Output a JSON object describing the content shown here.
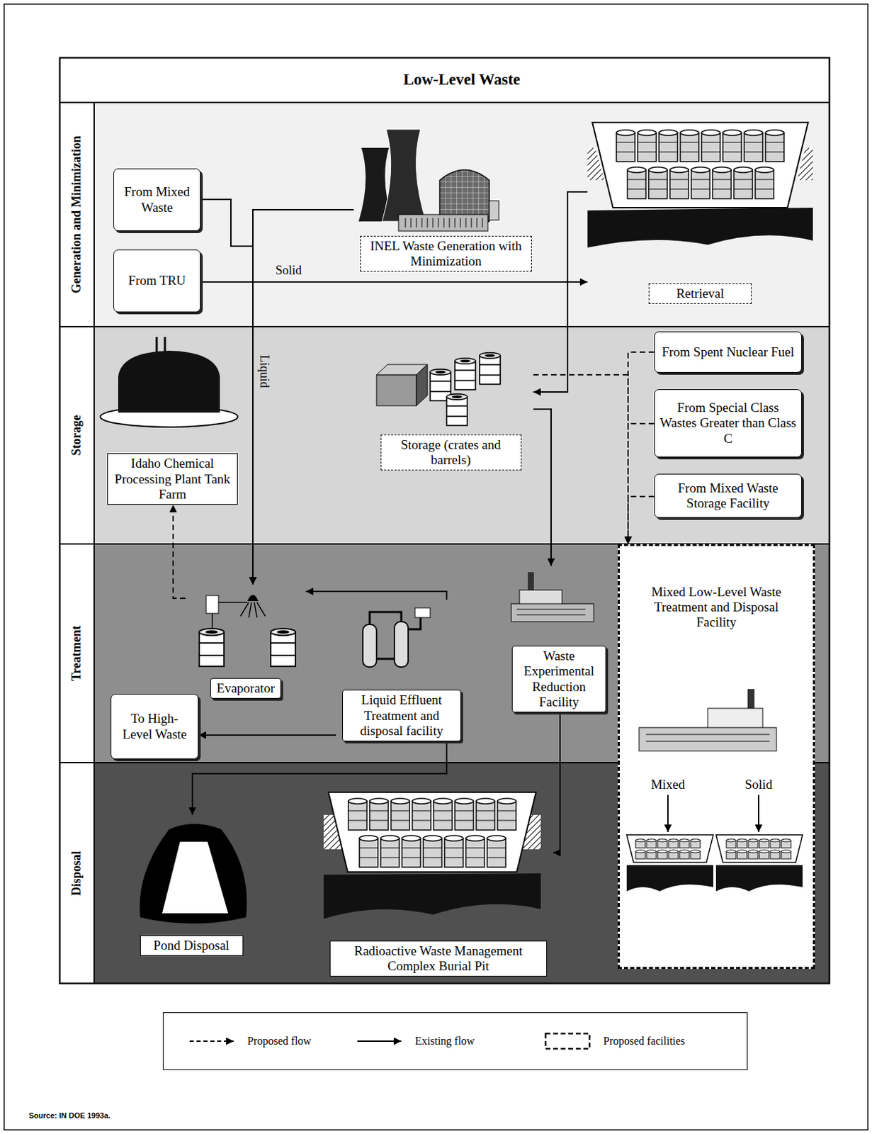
{
  "diagram": {
    "title": "Low-Level Waste",
    "nodes": [
      {
        "text": [
          "Generation and Minimization"
        ]
      },
      {
        "text": [
          "From Mixed Waste"
        ],
        "in": 0
      },
      {
        "text": [
          "INEL Waste Generation with Minimization"
        ],
        "in": 0
      },
      {
        "text": [
          "Retrieval"
        ],
        "in": 0
      },
      {
        "text": [
          "From TRU"
        ],
        "in": 0
      },
      {
        "text": [
          "Storage"
        ]
      },
      {
        "text": [
          "Idaho Chemical Processing Plant Tank Farm"
        ],
        "in": 5
      },
      {
        "text": [
          "Storage (crates and barrels)"
        ],
        "in": 5
      },
      {
        "text": [
          "From Spent Nuclear Fuel"
        ],
        "in": 5
      },
      {
        "text": [
          "From Special Class Wastes Greater than Class C"
        ],
        "in": 5
      },
      {
        "text": [
          "From Mixed Waste Storage Facility"
        ],
        "in": 5
      },
      {
        "text": [
          "Treatment"
        ]
      },
      {
        "text": [
          "Evaporator"
        ],
        "in": 11
      },
      {
        "text": [
          "Liquid Effluent Treatment and disposal facility"
        ],
        "in": 11
      },
      {
        "text": [
          "Waste Experimental Reduction Facility"
        ],
        "in": 11
      },
      {
        "text": [
          "To High-Level Waste"
        ],
        "in": 11
      },
      {
        "text": [
          "Mixed Low-Level Waste Treatment and Disposal Facility"
        ]
      },
      {
        "text": [
          "Disposal"
        ]
      },
      {
        "text": [
          "Pond Disposal"
        ],
        "in": 17
      },
      {
        "text": [
          "Radioactive Waste Management Complex Burial Pit"
        ],
        "in": 17
      }
    ],
    "edges": [
      {
        "from": 1,
        "to": 12,
        "arrow": "to",
        "label": "Liquid"
      },
      {
        "from": 4,
        "to": 3,
        "arrow": "to",
        "label": "Solid"
      },
      {
        "from": 4,
        "to": 12,
        "arrow": "to"
      },
      {
        "from": 2,
        "to": 12,
        "arrow": "to"
      },
      {
        "from": 3,
        "to": 7,
        "arrow": "to"
      },
      {
        "from": 7,
        "to": 14,
        "arrow": "to"
      },
      {
        "from": 8,
        "to": 16,
        "arrow": "to"
      },
      {
        "from": 9,
        "to": 16,
        "arrow": "to"
      },
      {
        "from": 10,
        "to": 16,
        "arrow": "to"
      },
      {
        "from": 7,
        "to": 16,
        "arrow": "to"
      },
      {
        "from": 12,
        "to": 6,
        "arrow": "to"
      },
      {
        "from": 13,
        "to": 15,
        "arrow": "to"
      },
      {
        "from": 13,
        "to": 18,
        "arrow": "to"
      },
      {
        "from": 13,
        "to": 12,
        "arrow": "to"
      },
      {
        "from": 14,
        "to": 19,
        "arrow": "to"
      }
    ],
    "labels": [
      "Mixed",
      "Solid",
      "Source: IN DOE 1993a."
    ],
    "legend": [
      {
        "text": "Proposed flow"
      },
      {
        "text": "Existing flow"
      },
      {
        "text": "Proposed facilities"
      }
    ]
  }
}
